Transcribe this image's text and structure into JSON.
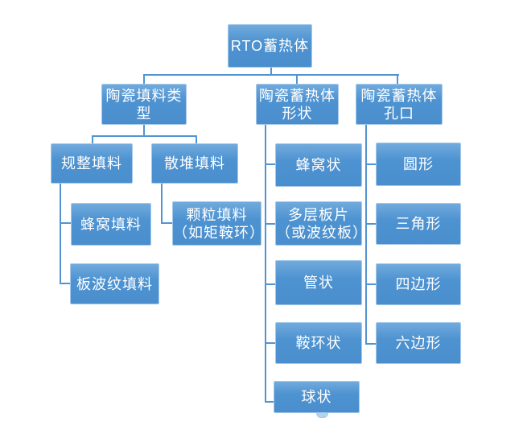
{
  "colors": {
    "node-fill-top": "#71aadd",
    "node-fill": "#4e93d1",
    "node-fill-bottom": "#4a8ecd",
    "node-border": "#a5c9e9",
    "connector": "#5294d2",
    "node-text": "#ffffff",
    "background": "#ffffff"
  },
  "tree": {
    "root": {
      "label": "RTO蓄热体",
      "children": [
        {
          "label": "陶瓷填料类\n型",
          "children": [
            {
              "label": "规整填料",
              "children": [
                {
                  "label": "蜂窝填料"
                },
                {
                  "label": "板波纹填料"
                }
              ]
            },
            {
              "label": "散堆填料",
              "children": [
                {
                  "label": "颗粒填料\n（如矩鞍环）"
                }
              ]
            }
          ]
        },
        {
          "label": "陶瓷蓄热体\n形状",
          "children": [
            {
              "label": "蜂窝状"
            },
            {
              "label": "多层板片\n（或波纹板）"
            },
            {
              "label": "管状"
            },
            {
              "label": "鞍环状"
            },
            {
              "label": "球状"
            }
          ]
        },
        {
          "label": "陶瓷蓄热体\n孔口",
          "children": [
            {
              "label": "圆形"
            },
            {
              "label": "三角形"
            },
            {
              "label": "四边形"
            },
            {
              "label": "六边形"
            }
          ]
        }
      ]
    }
  }
}
